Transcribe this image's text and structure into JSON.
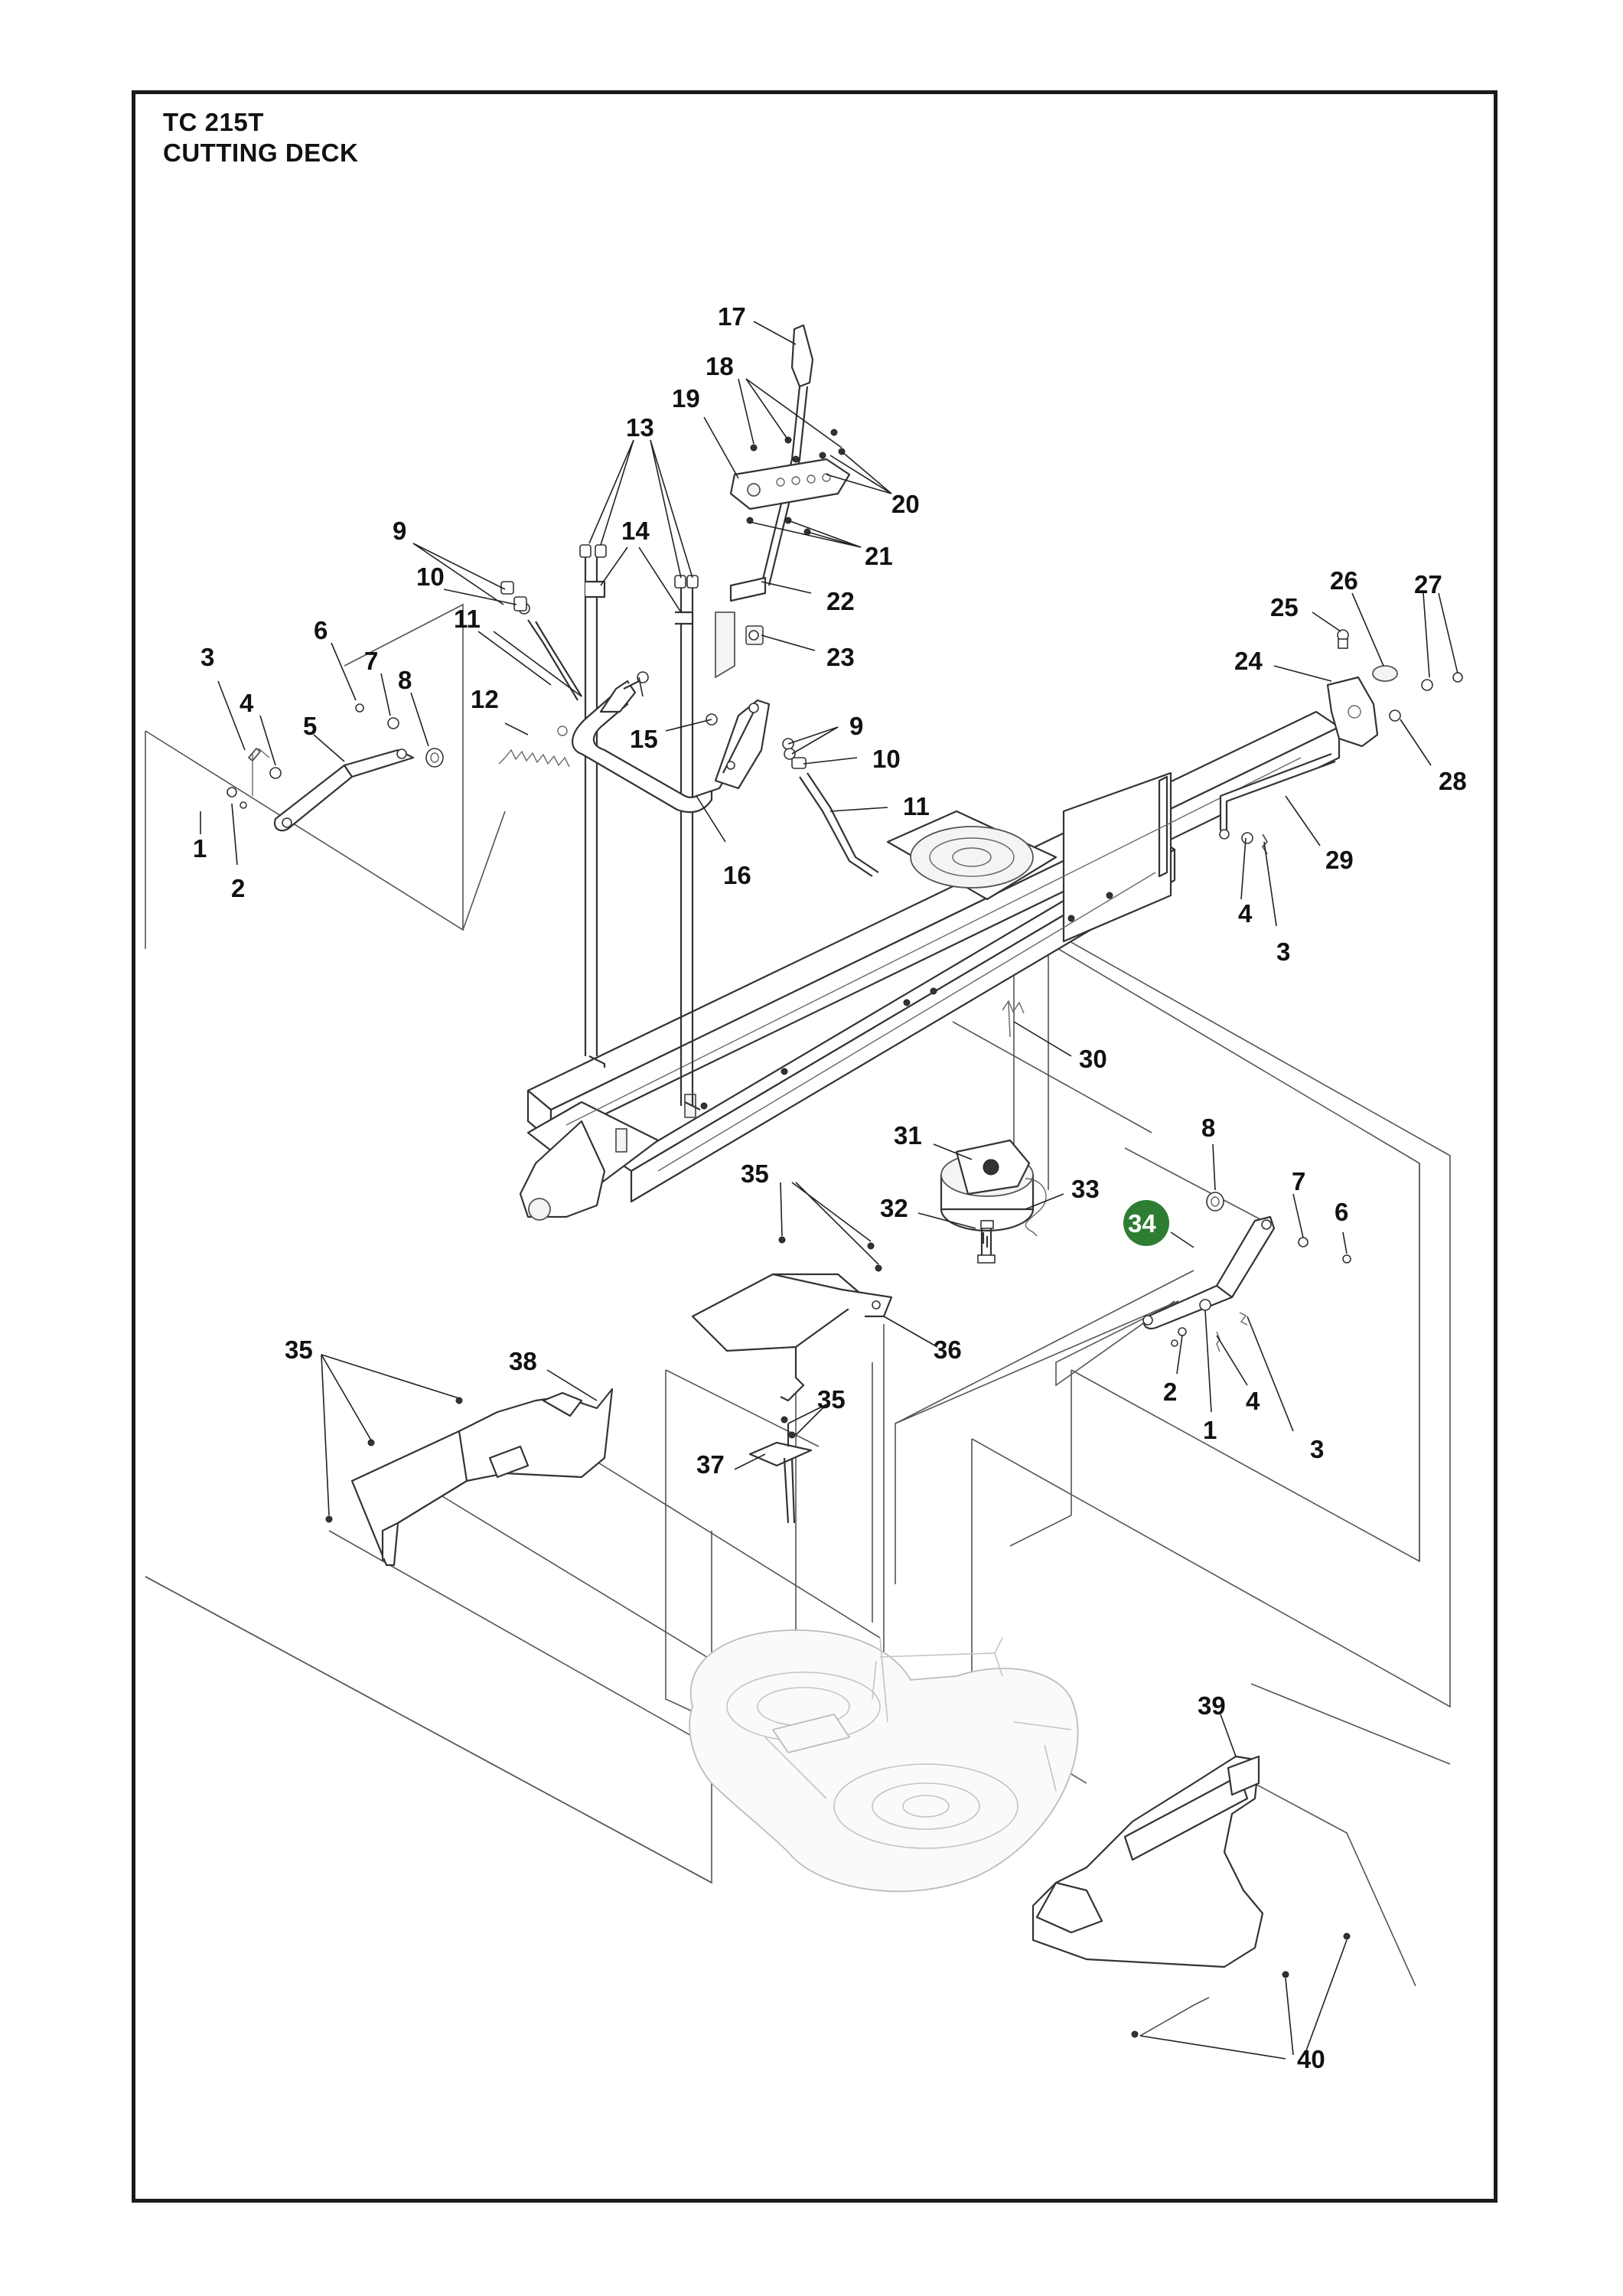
{
  "title": {
    "model": "TC 215T",
    "section": "CUTTING DECK"
  },
  "callouts": {
    "c1a": "1",
    "c2a": "2",
    "c3a": "3",
    "c4a": "4",
    "c5": "5",
    "c6a": "6",
    "c7a": "7",
    "c8a": "8",
    "c9a": "9",
    "c10a": "10",
    "c11a": "11",
    "c12": "12",
    "c13": "13",
    "c14": "14",
    "c15": "15",
    "c16": "16",
    "c17": "17",
    "c18": "18",
    "c19": "19",
    "c20": "20",
    "c21": "21",
    "c22": "22",
    "c23": "23",
    "c9b": "9",
    "c10b": "10",
    "c11b": "11",
    "c24": "24",
    "c25": "25",
    "c26": "26",
    "c27": "27",
    "c28": "28",
    "c29": "29",
    "c4b": "4",
    "c3b": "3",
    "c30": "30",
    "c31": "31",
    "c32": "32",
    "c33": "33",
    "c8b": "8",
    "c7b": "7",
    "c6b": "6",
    "c34": "34",
    "c35a": "35",
    "c36": "36",
    "c2b": "2",
    "c4c": "4",
    "c1b": "1",
    "c3c": "3",
    "c35b": "35",
    "c38": "38",
    "c35c": "35",
    "c37": "37",
    "c39": "39",
    "c40": "40"
  },
  "colors": {
    "highlight_badge": "#2e7d32",
    "line": "#222222",
    "ghost": "#bbbbbb"
  }
}
